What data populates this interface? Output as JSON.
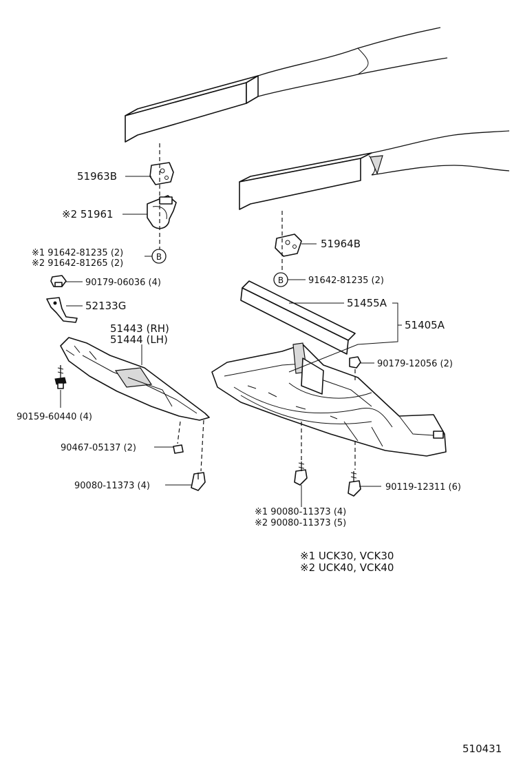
{
  "labels": {
    "p51963b": "51963B",
    "p51961": "※2 51961",
    "p91642_1": "※1 91642-81235 (2)",
    "p91642_2": "※2 91642-81265 (2)",
    "p90179_06036": "90179-06036 (4)",
    "p52133g": "52133G",
    "p51443": "51443 (RH)",
    "p51444": "51444 (LH)",
    "p90159": "90159-60440 (4)",
    "p90467": "90467-05137 (2)",
    "p90080_left": "90080-11373 (4)",
    "p51964b": "51964B",
    "p91642_right": "91642-81235 (2)",
    "p51455a": "51455A",
    "p51405a": "51405A",
    "p90179_12056": "90179-12056 (2)",
    "p90119": "90119-12311 (6)",
    "p90080_1": "※1 90080-11373 (4)",
    "p90080_2": "※2 90080-11373 (5)",
    "ref_b_left": "B",
    "ref_b_right": "B"
  },
  "notes": {
    "note1": "※1 UCK30, VCK30",
    "note2": "※2 UCK40, VCK40"
  },
  "figure_number": "510431"
}
